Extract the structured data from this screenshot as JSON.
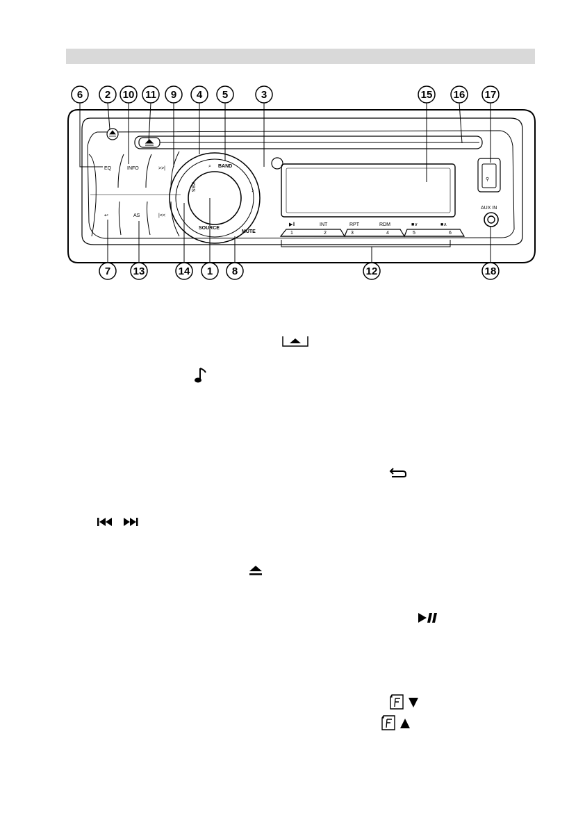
{
  "diagram": {
    "callouts_top": [
      "6",
      "2",
      "10",
      "11",
      "9",
      "4",
      "5",
      "3",
      "15",
      "16",
      "17"
    ],
    "callouts_bottom": [
      "7",
      "13",
      "14",
      "1",
      "8",
      "12",
      "18"
    ],
    "panel_labels": {
      "eq": "EQ",
      "info": "INFO",
      "as": "AS",
      "band": "BAND",
      "source": "SOURCE",
      "xbs": "XBS",
      "mute": "MUTE",
      "aux_in": "AUX IN",
      "int": "INT",
      "rpt": "RPT",
      "rdm": "RDM",
      "preset_1": "1",
      "preset_2": "2",
      "preset_3": "3",
      "preset_4": "4",
      "preset_5": "5",
      "preset_6": "6"
    }
  },
  "symbols": [
    {
      "name": "eject-icon"
    },
    {
      "name": "music-note-icon"
    },
    {
      "name": "return-icon"
    },
    {
      "name": "skip-previous-next-icon"
    },
    {
      "name": "eject-small-icon"
    },
    {
      "name": "play-pause-icon"
    },
    {
      "name": "folder-down-icon"
    },
    {
      "name": "folder-up-icon"
    }
  ]
}
